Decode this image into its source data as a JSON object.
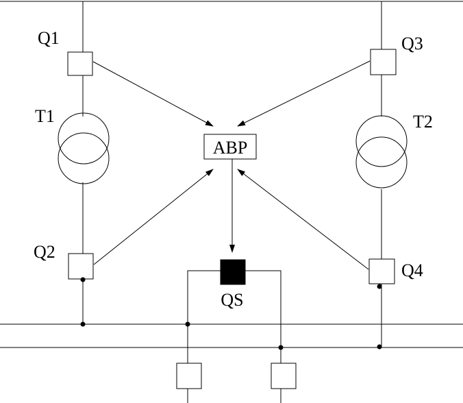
{
  "labels": {
    "q1": "Q1",
    "q2": "Q2",
    "q3": "Q3",
    "q4": "Q4",
    "t1": "T1",
    "t2": "T2",
    "abp": "ABP",
    "qs": "QS"
  },
  "colors": {
    "line": "#000000",
    "background": "#ffffff",
    "qs_fill": "#000000"
  }
}
